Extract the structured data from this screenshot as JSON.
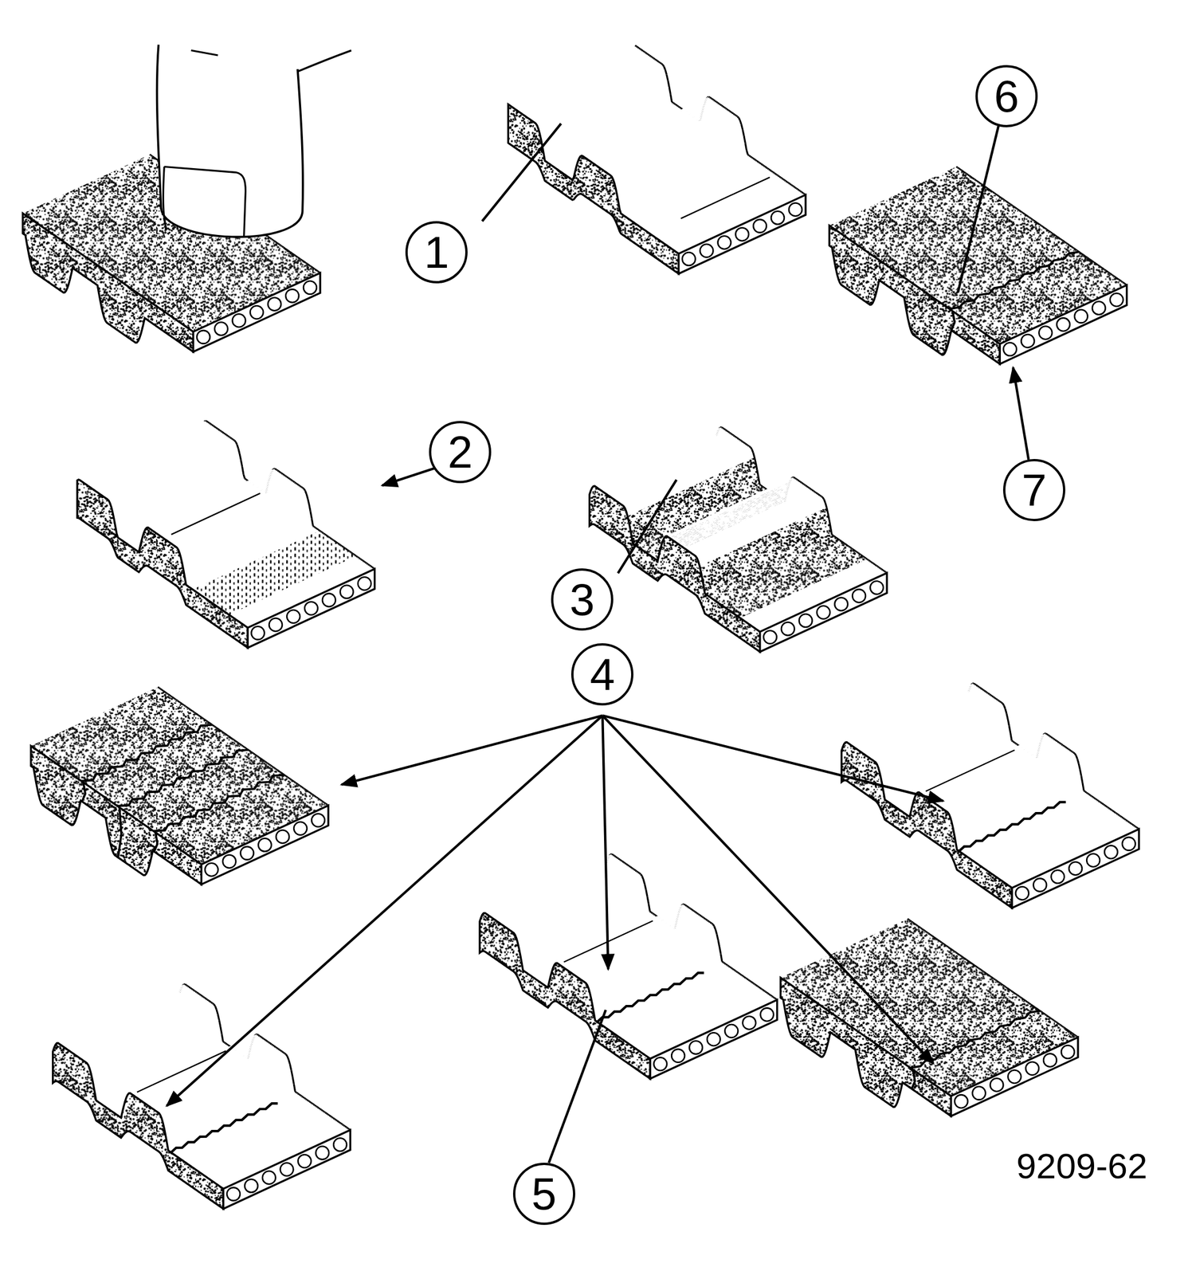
{
  "diagram": {
    "nodes": [
      {
        "text": [
          "1"
        ]
      },
      {
        "text": [
          "2"
        ]
      },
      {
        "text": [
          "3"
        ]
      },
      {
        "text": [
          "4"
        ]
      },
      {
        "text": [
          "5"
        ]
      },
      {
        "text": [
          "6"
        ]
      },
      {
        "text": [
          "7"
        ]
      }
    ],
    "labels": [
      "9209-62"
    ]
  }
}
